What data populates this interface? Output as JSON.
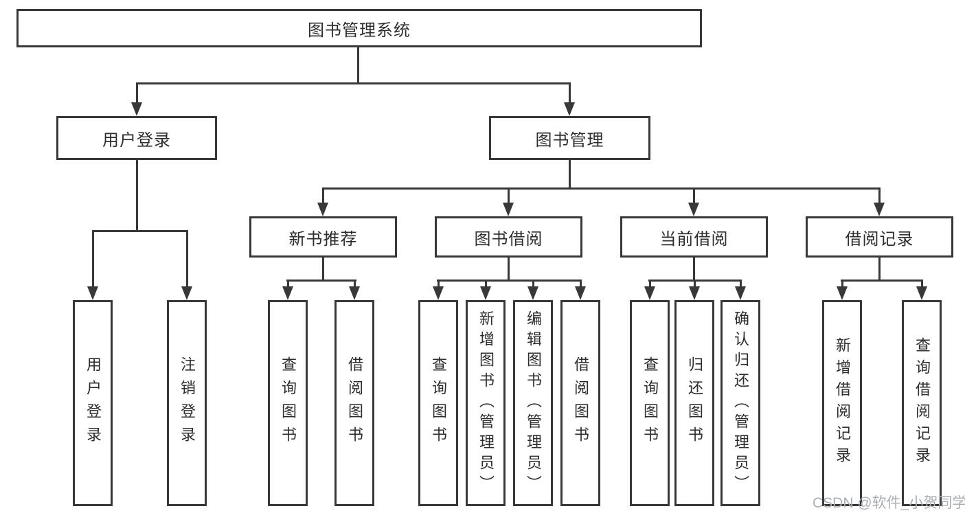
{
  "diagram_type": "hierarchy-chart",
  "tree": {
    "label": "图书管理系统",
    "children": [
      {
        "label": "用户登录",
        "children": [
          {
            "label": "用户登录"
          },
          {
            "label": "注销登录"
          }
        ]
      },
      {
        "label": "图书管理",
        "children": [
          {
            "label": "新书推荐",
            "children": [
              {
                "label": "查询图书"
              },
              {
                "label": "借阅图书"
              }
            ]
          },
          {
            "label": "图书借阅",
            "children": [
              {
                "label": "查询图书"
              },
              {
                "label": "新增图书（管理员）"
              },
              {
                "label": "编辑图书（管理员）"
              },
              {
                "label": "借阅图书"
              }
            ]
          },
          {
            "label": "当前借阅",
            "children": [
              {
                "label": "查询图书"
              },
              {
                "label": "归还图书"
              },
              {
                "label": "确认归还（管理员）"
              }
            ]
          },
          {
            "label": "借阅记录",
            "children": [
              {
                "label": "新增借阅记录"
              },
              {
                "label": "查询借阅记录"
              }
            ]
          }
        ]
      }
    ]
  },
  "watermark": {
    "text": "CSDN @软件_小贺同学"
  },
  "colors": {
    "line": "#383838",
    "text": "#2d2d2d",
    "watermark": "#a9afb5",
    "background": "#ffffff"
  }
}
